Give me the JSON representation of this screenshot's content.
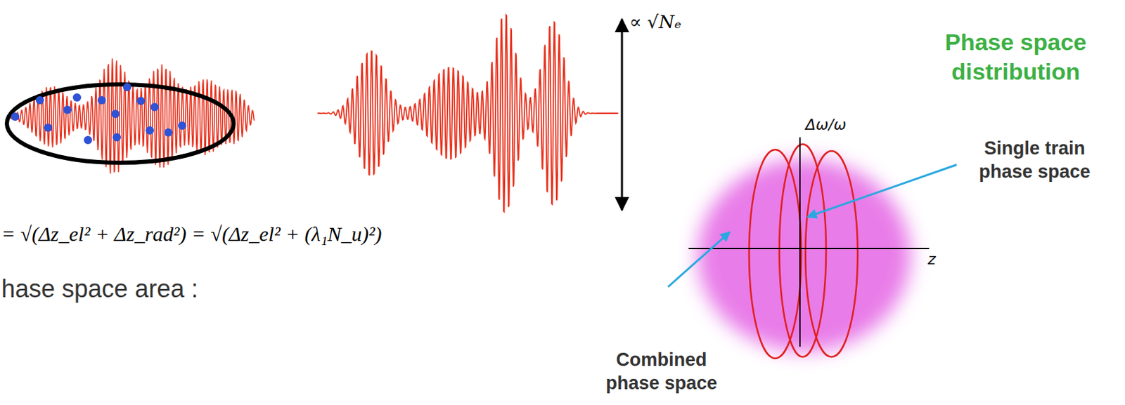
{
  "diagram": {
    "labels": [
      "∝ √Nₑ",
      "= √(Δz_el² + Δz_rad²) = √(Δz_el² + (λ₁N_u)²)",
      "hase space area :",
      "Phase space distribution",
      "Δω/ω",
      "z",
      "Single train phase space",
      "Combined phase space"
    ]
  }
}
